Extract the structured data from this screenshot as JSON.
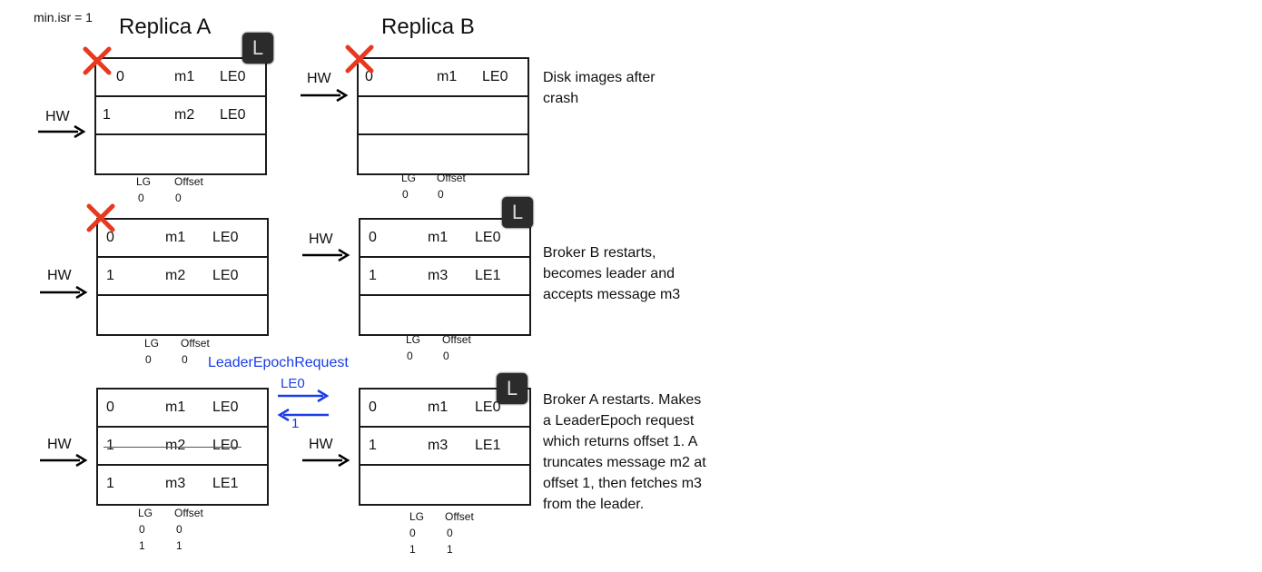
{
  "header": {
    "min_isr": "min.isr = 1",
    "replica_a": "Replica A",
    "replica_b": "Replica B"
  },
  "labels": {
    "hw": "HW",
    "lg": "LG",
    "offset": "Offset",
    "leader": "L"
  },
  "panels": [
    {
      "a": {
        "rows": [
          {
            "offset": "0",
            "msg": "m1",
            "epoch": "LE0"
          },
          {
            "offset": "1",
            "msg": "m2",
            "epoch": "LE0"
          },
          {
            "offset": "",
            "msg": "",
            "epoch": ""
          }
        ],
        "epoch_table": [
          [
            "0",
            "0"
          ]
        ]
      },
      "b": {
        "rows": [
          {
            "offset": "0",
            "msg": "m1",
            "epoch": "LE0"
          },
          {
            "offset": "",
            "msg": "",
            "epoch": ""
          },
          {
            "offset": "",
            "msg": "",
            "epoch": ""
          }
        ],
        "epoch_table": [
          [
            "0",
            "0"
          ]
        ]
      },
      "description": [
        "Disk images after",
        "crash"
      ]
    },
    {
      "a": {
        "rows": [
          {
            "offset": "0",
            "msg": "m1",
            "epoch": "LE0"
          },
          {
            "offset": "1",
            "msg": "m2",
            "epoch": "LE0"
          },
          {
            "offset": "",
            "msg": "",
            "epoch": ""
          }
        ],
        "epoch_table": [
          [
            "0",
            "0"
          ]
        ]
      },
      "b": {
        "rows": [
          {
            "offset": "0",
            "msg": "m1",
            "epoch": "LE0"
          },
          {
            "offset": "1",
            "msg": "m3",
            "epoch": "LE1"
          },
          {
            "offset": "",
            "msg": "",
            "epoch": ""
          }
        ],
        "epoch_table": [
          [
            "0",
            "0"
          ]
        ]
      },
      "description": [
        "Broker B restarts,",
        "becomes leader and",
        "accepts message m3"
      ]
    },
    {
      "a": {
        "rows": [
          {
            "offset": "0",
            "msg": "m1",
            "epoch": "LE0"
          },
          {
            "offset": "1",
            "msg": "m2",
            "epoch": "LE0"
          },
          {
            "offset": "1",
            "msg": "m3",
            "epoch": "LE1"
          }
        ],
        "epoch_table": [
          [
            "0",
            "0"
          ],
          [
            "1",
            "1"
          ]
        ]
      },
      "b": {
        "rows": [
          {
            "offset": "0",
            "msg": "m1",
            "epoch": "LE0"
          },
          {
            "offset": "1",
            "msg": "m3",
            "epoch": "LE1"
          },
          {
            "offset": "",
            "msg": "",
            "epoch": ""
          }
        ],
        "epoch_table": [
          [
            "0",
            "0"
          ],
          [
            "1",
            "1"
          ]
        ]
      },
      "request": {
        "title": "LeaderEpochRequest",
        "send": "LE0",
        "reply": "1"
      },
      "description": [
        "Broker A restarts. Makes",
        "a LeaderEpoch request",
        "which returns offset 1. A",
        "truncates message m2 at",
        "offset 1, then fetches m3",
        "from the leader."
      ]
    }
  ],
  "colors": {
    "crash_mark": "#e8391f",
    "request_arrow": "#1a3de6",
    "badge": "#2b2b2b"
  },
  "icons": {
    "crash": "x-mark-icon",
    "leader": "leader-badge-icon",
    "arrow": "arrow-right-icon"
  }
}
